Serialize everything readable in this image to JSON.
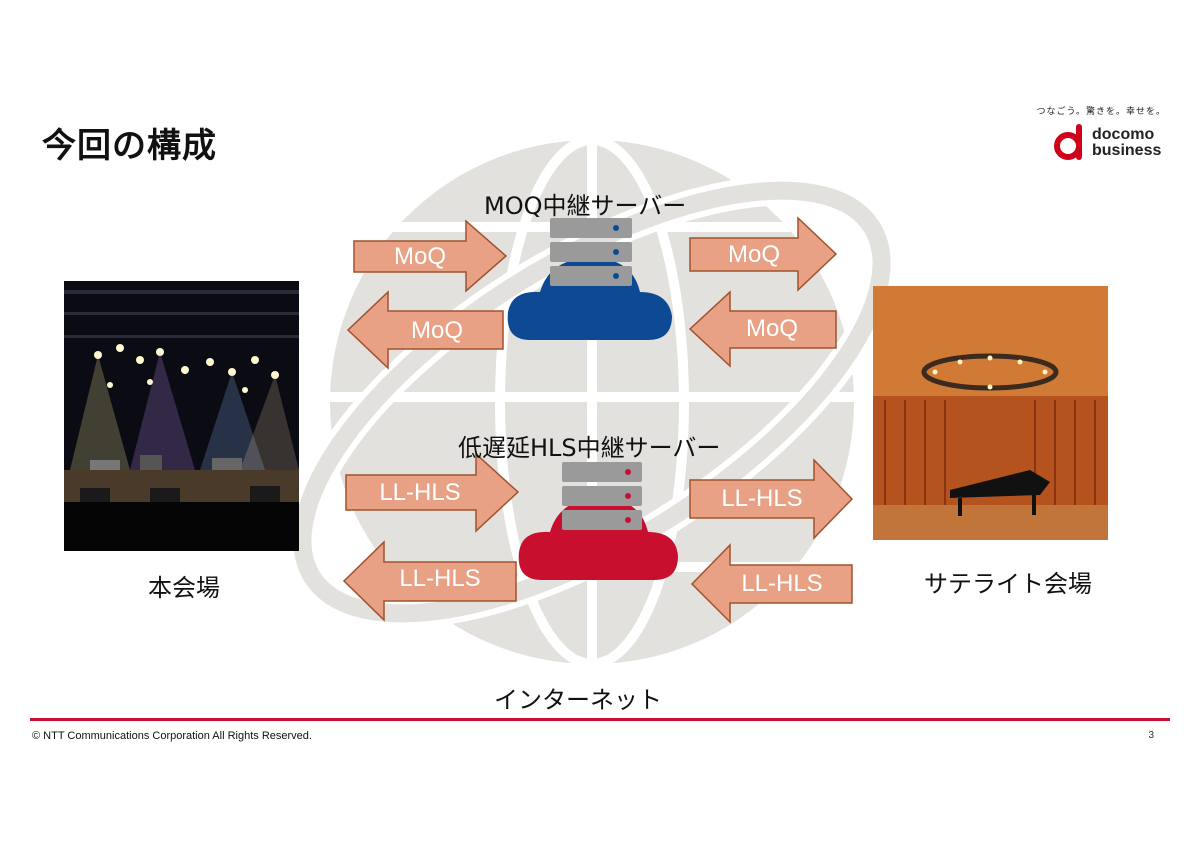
{
  "slide": {
    "title": "今回の構成",
    "logo": {
      "tagline": "つなごう。驚きを。幸せを。",
      "brand_line1": "docomo",
      "brand_line2": "business",
      "brand_color": "#d0021b"
    },
    "moq_server_label": "MOQ中継サーバー",
    "hls_server_label": "低遅延HLS中継サーバー",
    "internet_label": "インターネット",
    "main_venue_label": "本会場",
    "satellite_venue_label": "サテライト会場",
    "arrows": {
      "moq_in_left": "MoQ",
      "moq_out_left": "MoQ",
      "moq_out_right": "MoQ",
      "moq_in_right": "MoQ",
      "hls_in_left": "LL-HLS",
      "hls_out_left": "LL-HLS",
      "hls_out_right": "LL-HLS",
      "hls_in_right": "LL-HLS"
    },
    "colors": {
      "arrow_fill": "#e8a184",
      "arrow_stroke": "#a0522d",
      "moq_cloud": "#0d4a93",
      "hls_cloud": "#c8102e",
      "server_gray": "#9a9a9a",
      "globe_gray": "#e3e1de",
      "accent_line": "#c8102e"
    },
    "copyright": "© NTT Communications Corporation All Rights Reserved.",
    "page_number": "3"
  }
}
